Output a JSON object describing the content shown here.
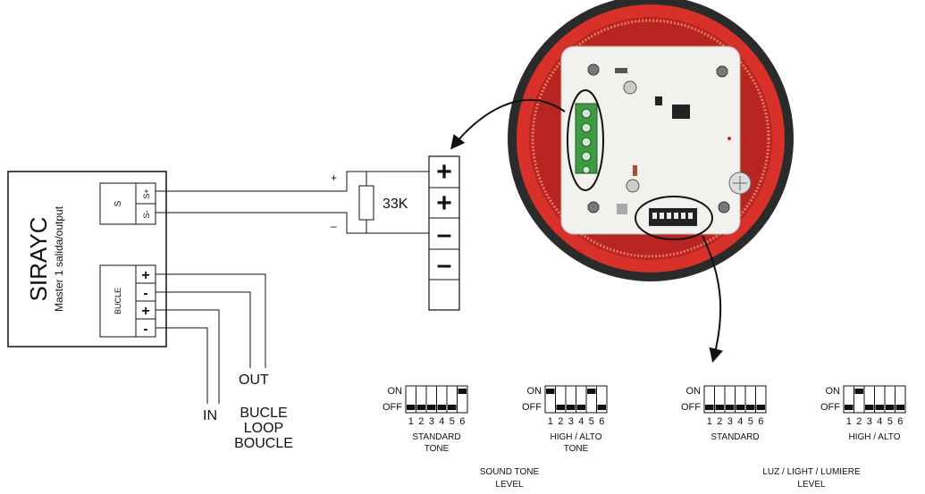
{
  "master": {
    "name": "SIRAYC",
    "subtitle": "Master 1 salida/output",
    "s_label": "S",
    "s_plus": "S+",
    "s_minus": "S-",
    "bucle_label": "BUCLE",
    "bucle_terminals": [
      "+",
      "-",
      "+",
      "-"
    ]
  },
  "wiring": {
    "plus_label": "+",
    "minus_label": "–",
    "resistor_label": "33K",
    "out_label": "OUT",
    "in_label": "IN",
    "loop_labels": [
      "BUCLE",
      "LOOP",
      "BOUCLE"
    ]
  },
  "terminal_block": {
    "terminals": [
      "+",
      "+",
      "–",
      "–",
      ""
    ]
  },
  "switch_labels": {
    "on": "ON",
    "off": "OFF",
    "numbers": [
      "1",
      "2",
      "3",
      "4",
      "5",
      "6"
    ]
  },
  "dip_settings": [
    {
      "caption_lines": [
        "STANDARD",
        "TONE"
      ],
      "positions": [
        "off",
        "off",
        "off",
        "off",
        "off",
        "on"
      ]
    },
    {
      "caption_lines": [
        "HIGH / ALTO",
        "TONE"
      ],
      "positions": [
        "on",
        "off",
        "off",
        "off",
        "on",
        "off"
      ]
    },
    {
      "caption_lines": [
        "STANDARD"
      ],
      "positions": [
        "off",
        "off",
        "off",
        "off",
        "off",
        "off"
      ]
    },
    {
      "caption_lines": [
        "HIGH / ALTO"
      ],
      "positions": [
        "off",
        "on",
        "off",
        "off",
        "off",
        "off"
      ]
    }
  ],
  "group_labels": [
    {
      "lines": [
        "SOUND TONE",
        "LEVEL"
      ]
    },
    {
      "lines": [
        "LUZ / LIGHT / LUMIERE",
        "LEVEL"
      ]
    }
  ],
  "colors": {
    "ring_red": "#d8312a",
    "ring_dark": "#2b2b2b",
    "board": "#f3f1ee",
    "terminal_green": "#3f9a45",
    "ink": "#111111"
  }
}
